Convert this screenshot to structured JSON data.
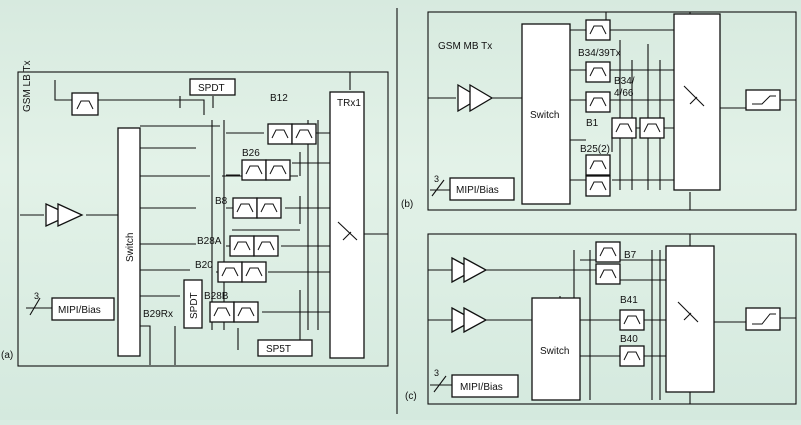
{
  "panels": {
    "a": {
      "caption": "(a)",
      "gsm_label": "GSM LB Tx",
      "spdt_top": "SPDT",
      "spdt_side": "SPDT",
      "switch_label": "Switch",
      "trx_label": "TRx1",
      "sp5t_label": "SP5T",
      "mipi_label": "MIPI/Bias",
      "mipi_bus_width": "3",
      "bands": [
        "B12",
        "B26",
        "B8",
        "B28A",
        "B20",
        "B28B",
        "B29Rx"
      ]
    },
    "b": {
      "caption": "(b)",
      "gsm_label": "GSM MB Tx",
      "switch_label": "Switch",
      "mipi_label": "MIPI/Bias",
      "mipi_bus_width": "3",
      "bands": [
        "B34/39Tx",
        "B34/",
        "4/66",
        "B1",
        "B25(2)"
      ]
    },
    "c": {
      "caption": "(c)",
      "switch_label": "Switch",
      "mipi_label": "MIPI/Bias",
      "mipi_bus_width": "3",
      "bands": [
        "B7",
        "B41",
        "B40"
      ]
    }
  },
  "colors": {
    "line": "#111111",
    "background": "#d9ece2",
    "block_fill": "#ffffff"
  }
}
